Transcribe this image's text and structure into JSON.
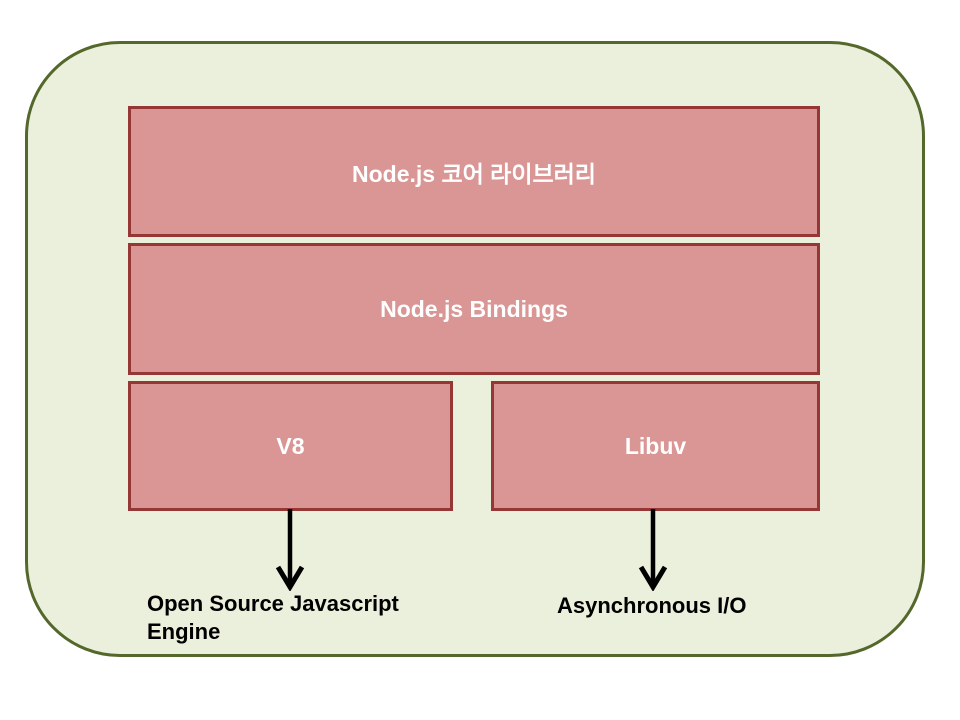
{
  "diagram": {
    "boxes": [
      {
        "id": "node-core-library",
        "label": "Node.js 코어 라이브러리"
      },
      {
        "id": "node-bindings",
        "label": "Node.js Bindings"
      },
      {
        "id": "v8",
        "label": "V8"
      },
      {
        "id": "libuv",
        "label": "Libuv"
      }
    ],
    "annotations": [
      {
        "for": "v8",
        "label": "Open Source Javascript\nEngine"
      },
      {
        "for": "libuv",
        "label": "Asynchronous I/O"
      }
    ]
  },
  "colors": {
    "box-fill": "#D99694",
    "box-border": "#953735",
    "canvas-fill": "#EBF0DC",
    "canvas-border": "#55682C",
    "arrow": "#000000",
    "box-text": "#FFFFFF",
    "annotation-text": "#000000"
  }
}
